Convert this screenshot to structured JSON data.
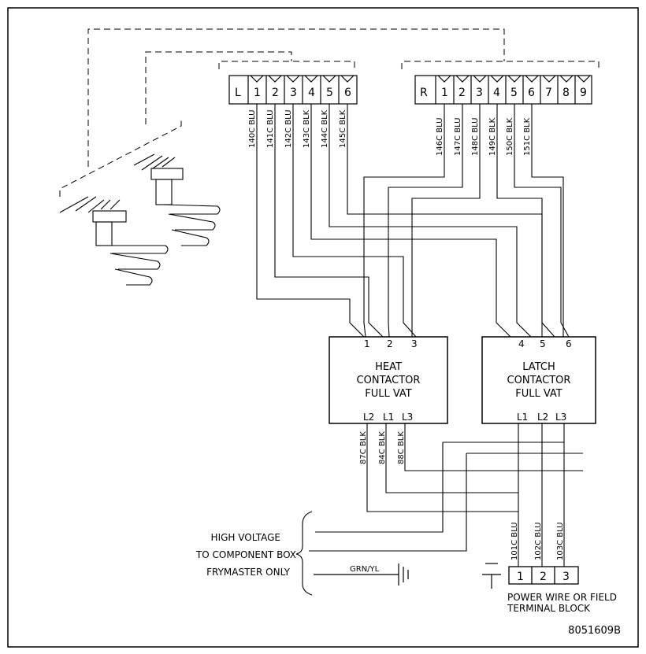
{
  "left_block": {
    "label": "L",
    "pins": [
      "1",
      "2",
      "3",
      "4",
      "5",
      "6"
    ],
    "wires": [
      "140C BLU",
      "141C BLU",
      "142C BLU",
      "143C BLK",
      "144C BLK",
      "145C BLK"
    ]
  },
  "right_block": {
    "label": "R",
    "pins": [
      "1",
      "2",
      "3",
      "4",
      "5",
      "6",
      "7",
      "8",
      "9"
    ],
    "wires": [
      "146C BLU",
      "147C BLU",
      "148C BLU",
      "149C BLK",
      "150C BLK",
      "151C BLK"
    ]
  },
  "heat_contactor": {
    "line1": "HEAT",
    "line2": "CONTACTOR",
    "line3": "FULL VAT",
    "top_pins": [
      "1",
      "2",
      "3"
    ],
    "bottom_pins": [
      "L2",
      "L1",
      "L3"
    ],
    "wires": [
      "87C BLK",
      "84C BLK",
      "88C BLK"
    ]
  },
  "latch_contactor": {
    "line1": "LATCH",
    "line2": "CONTACTOR",
    "line3": "FULL VAT",
    "top_pins": [
      "4",
      "5",
      "6"
    ],
    "bottom_pins": [
      "L1",
      "L2",
      "L3"
    ]
  },
  "high_voltage": {
    "line1": "HIGH VOLTAGE",
    "line2": "TO COMPONENT BOX",
    "line3": "FRYMASTER ONLY"
  },
  "ground_wire": "GRN/YL",
  "terminal_block": {
    "pins": [
      "1",
      "2",
      "3"
    ],
    "wires": [
      "101C BLU",
      "102C BLU",
      "103C BLU"
    ],
    "line1": "POWER WIRE OR FIELD",
    "line2": "TERMINAL BLOCK"
  },
  "drawing_number": "8051609B"
}
